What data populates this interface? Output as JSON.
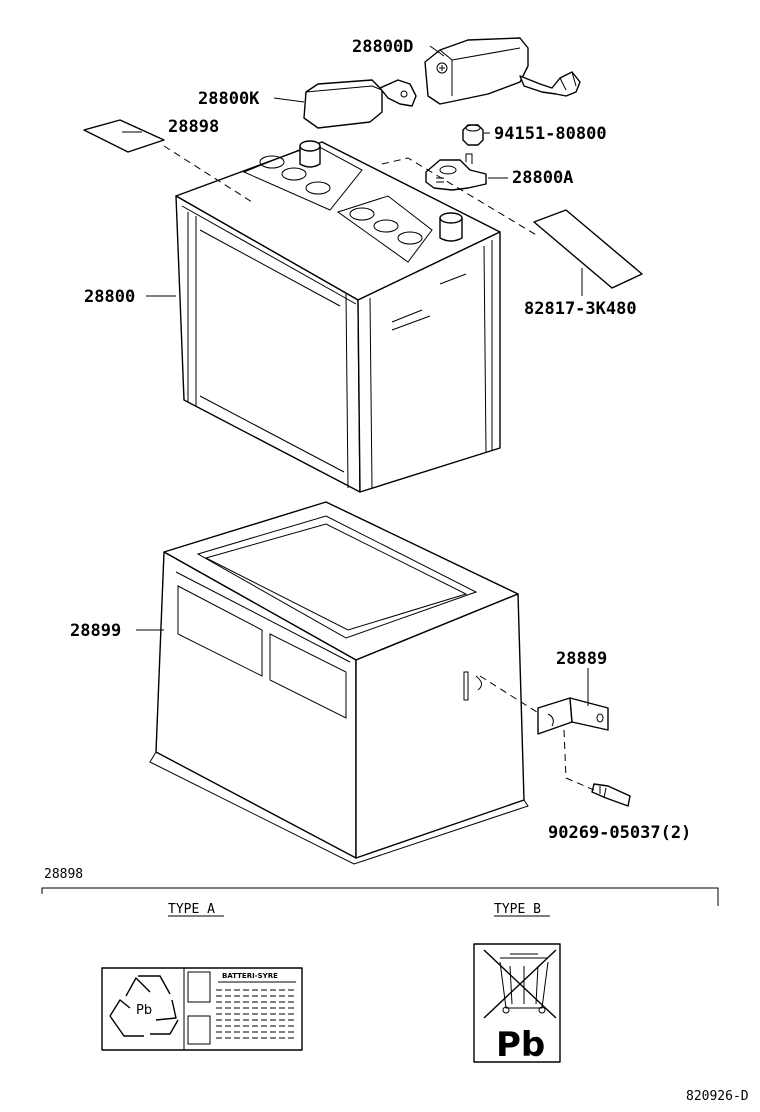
{
  "labels": {
    "cover_large": "28800D",
    "cover_small": "28800K",
    "sticker": "28898",
    "terminal_nut": "94151-80800",
    "terminal_clamp": "28800A",
    "battery": "28800",
    "warning_label": "82817-3K480",
    "tray": "28899",
    "bracket": "28889",
    "bolt": "90269-05037(2)"
  },
  "detail": {
    "section_part": "28898",
    "type_a": "TYPE A",
    "type_b": "TYPE B",
    "type_a_header": "BATTERI-SYRE",
    "pb_symbol": "Pb",
    "pb_recycle": "Pb"
  },
  "footer": {
    "drawing_code": "820926-D"
  }
}
